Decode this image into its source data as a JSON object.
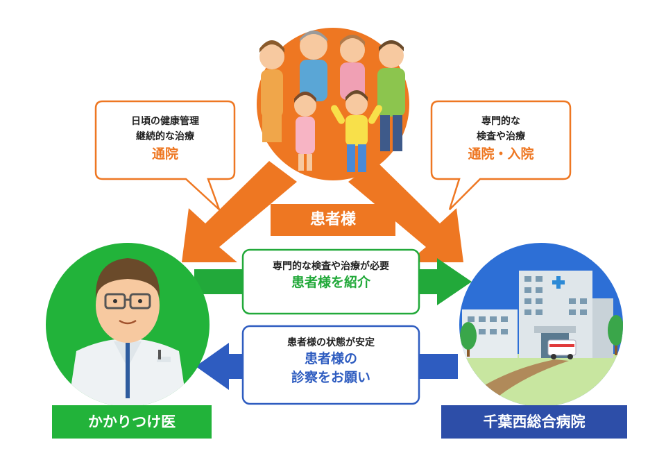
{
  "patient": {
    "label": "患者様",
    "color": "#ee7722"
  },
  "left_bubble": {
    "line1": "日頃の健康管理",
    "line2": "継続的な治療",
    "emphasis": "通院"
  },
  "right_bubble": {
    "line1": "専門的な",
    "line2": "検査や治療",
    "emphasis": "通院・入院"
  },
  "referral": {
    "condition": "専門的な検査や治療が必要",
    "action": "患者様を紹介",
    "color": "#22a93a"
  },
  "return_referral": {
    "condition": "患者様の状態が安定",
    "action_line1": "患者様の",
    "action_line2": "診察をお願い",
    "color": "#2e5cc0"
  },
  "family_doctor": {
    "label": "かかりつけ医",
    "color": "#22b33a"
  },
  "hospital": {
    "label": "千葉西総合病院",
    "color": "#2d4ea8"
  },
  "icons": [
    "family-illustration",
    "doctor-illustration",
    "hospital-building-illustration",
    "ambulance-icon",
    "medical-cross-icon",
    "tree-icon"
  ]
}
